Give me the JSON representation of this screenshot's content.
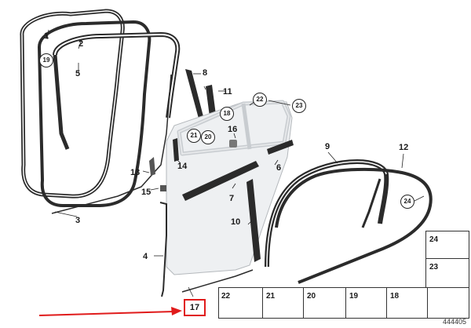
{
  "callouts": {
    "c1": "1",
    "c2": "2",
    "c3": "3",
    "c4": "4",
    "c5": "5",
    "c6": "6",
    "c7": "7",
    "c8": "8",
    "c9": "9",
    "c10": "10",
    "c11": "11",
    "c12": "12",
    "c13": "13",
    "c14": "14",
    "c15": "15",
    "c16": "16",
    "c17": "17"
  },
  "circled_callouts": {
    "c18": "18",
    "c19": "19",
    "c20": "20",
    "c21": "21",
    "c22": "22",
    "c23": "23",
    "c24": "24"
  },
  "fastener_table": {
    "bottom_row": [
      "22",
      "21",
      "20",
      "19",
      "18"
    ],
    "side_column": [
      "24",
      "23"
    ]
  },
  "drawing_number": "444405",
  "colors": {
    "highlight": "#e01b1b",
    "seal": "#2b2b2b",
    "door_panel": "#eef0f2"
  }
}
